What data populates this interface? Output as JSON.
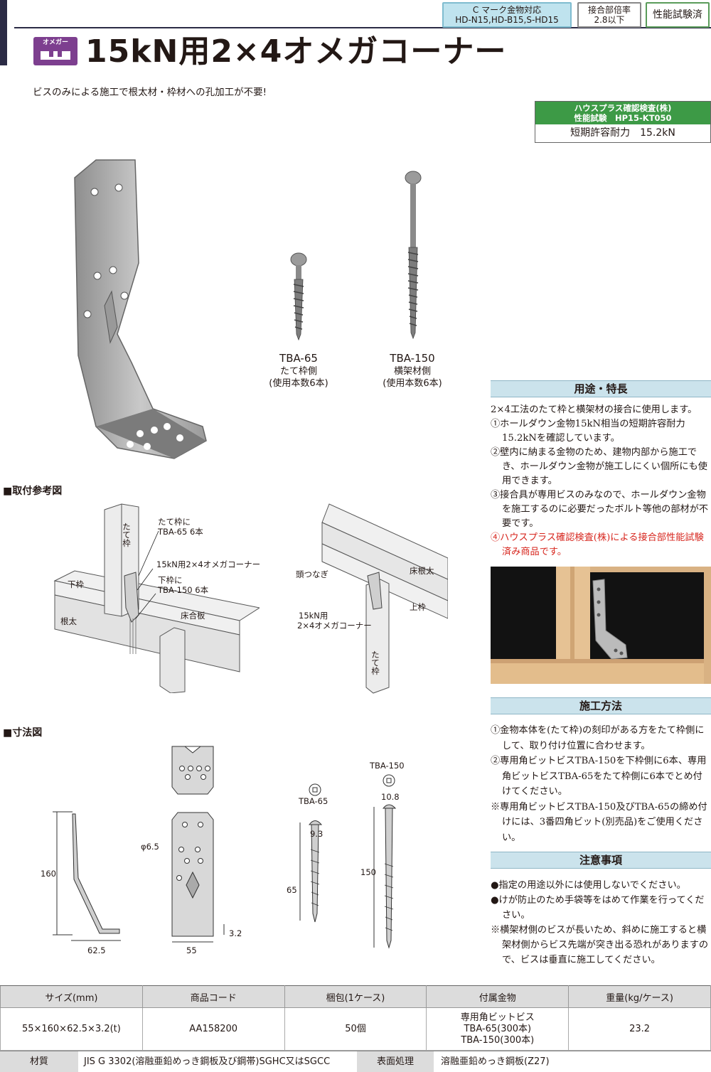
{
  "badges": {
    "cmark_line1": "C マーク金物対応",
    "cmark_line2": "HD-N15,HD-B15,S-HD15",
    "ratio_line1": "接合部倍率",
    "ratio_line2": "2.8以下",
    "tested": "性能試験済"
  },
  "header": {
    "logo_text": "オメガー",
    "title": "15kN用2×4オメガコーナー"
  },
  "subtitle": "ビスのみによる施工で根太材・枠材への孔加工が不要!",
  "cert": {
    "line1": "ハウスプラス確認検査(株)",
    "line2": "性能試験　HP15-KT050",
    "capacity": "短期許容耐力　15.2kN"
  },
  "screws": {
    "a_name": "TBA-65",
    "a_side": "たて枠側",
    "a_count": "(使用本数6本)",
    "b_name": "TBA-150",
    "b_side": "横架材側",
    "b_count": "(使用本数6本)"
  },
  "usage": {
    "heading": "用途・特長",
    "intro": "2×4工法のたて枠と横架材の接合に使用します。",
    "items": [
      "①ホールダウン金物15kN相当の短期許容耐力15.2kNを確認しています。",
      "②壁内に納まる金物のため、建物内部から施工でき、ホールダウン金物が施工しにくい個所にも使用できます。",
      "③接合具が専用ビスのみなので、ホールダウン金物を施工するのに必要だったボルト等他の部材が不要です。"
    ],
    "item_red": "④ハウスプラス確認検査(株)による接合部性能試験済み商品です。"
  },
  "method": {
    "heading": "施工方法",
    "items": [
      "①金物本体を(たて枠)の刻印がある方をたて枠側にして、取り付け位置に合わせます。",
      "②専用角ビットビスTBA-150を下枠側に6本、専用角ビットビスTBA-65をたて枠側に6本でとめ付けてください。",
      "※専用角ビットビスTBA-150及びTBA-65の締め付けには、3番四角ビット(別売品)をご使用ください。"
    ]
  },
  "notes": {
    "heading": "注意事項",
    "items": [
      "●指定の用途以外には使用しないでください。",
      "●けが防止のため手袋等をはめて作業を行ってください。",
      "※横架材側のビスが長いため、斜めに施工すると横架材側からビス先端が突き出る恐れがありますので、ビスは垂直に施工してください。"
    ]
  },
  "install": {
    "heading": "■取付参考図",
    "tatewaku": "たて枠",
    "tatewaku_ni": "たて枠に",
    "tba65_6": "TBA-65 6本",
    "product": "15kN用2×4オメガコーナー",
    "shitawaku_ni": "下枠に",
    "tba150_6": "TBA-150 6本",
    "shitawaku": "下枠",
    "nebuto": "根太",
    "yukagoita": "床合板",
    "atamatsunagi": "頭つなぎ",
    "yukanebuto": "床根太",
    "uwawaku": "上枠",
    "product_l1": "15kN用",
    "product_l2": "2×4オメガコーナー",
    "tatewaku2": "たて枠"
  },
  "dims": {
    "heading": "■寸法図",
    "h160": "160",
    "w62": "62.5",
    "phi": "φ6.5",
    "t32": "3.2",
    "w55": "55",
    "tba65": "TBA-65",
    "d93": "9.3",
    "l65": "65",
    "tba150": "TBA-150",
    "d108": "10.8",
    "l150": "150"
  },
  "table": {
    "headers": [
      "サイズ(mm)",
      "商品コード",
      "梱包(1ケース)",
      "付属金物",
      "重量(kg/ケース)"
    ],
    "size": "55×160×62.5×3.2(t)",
    "code": "AA158200",
    "pack": "50個",
    "acc1": "専用角ビットビス",
    "acc2": "TBA-65(300本)",
    "acc3": "TBA-150(300本)",
    "weight": "23.2"
  },
  "material": {
    "label": "材質",
    "value": "JIS G 3302(溶融亜鉛めっき鋼板及び鋼帯)SGHC又はSGCC",
    "surface_label": "表面処理",
    "surface_value": "溶融亜鉛めっき鋼板(Z27)"
  }
}
